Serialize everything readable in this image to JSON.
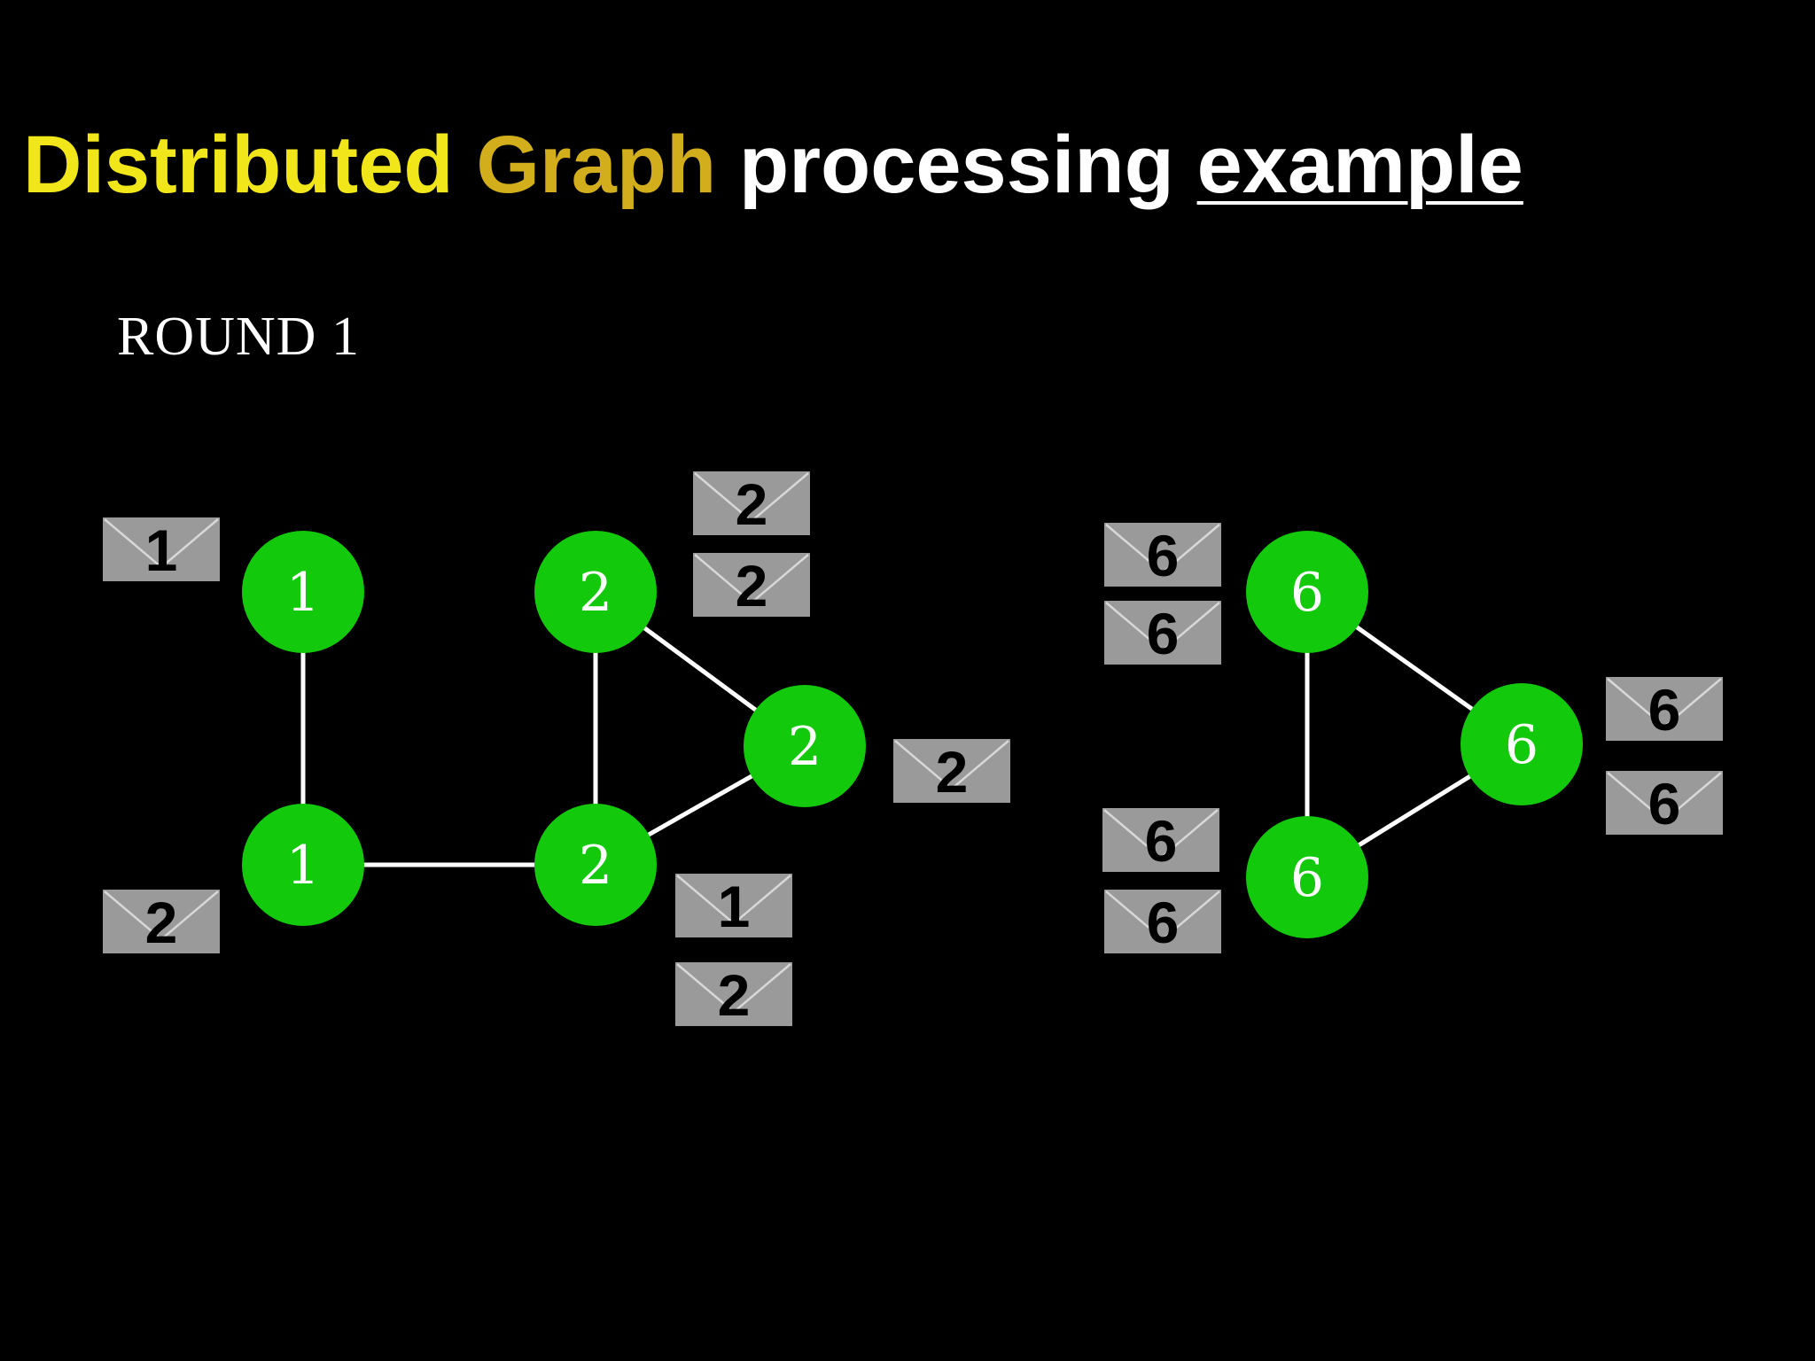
{
  "title": {
    "word1": "Distributed",
    "word2": "Graph",
    "word3": "processing",
    "word4": "example",
    "colors": {
      "distributed": "#f0e619",
      "graph": "#d2ae1c",
      "rest": "#ffffff"
    }
  },
  "round_label": "ROUND 1",
  "graph": {
    "node_color": "#13c90b",
    "edge_color": "#ffffff",
    "envelope_color": "#9a9a9a",
    "nodes": [
      {
        "id": "a",
        "label": "1"
      },
      {
        "id": "b",
        "label": "1"
      },
      {
        "id": "c",
        "label": "2"
      },
      {
        "id": "d",
        "label": "2"
      },
      {
        "id": "e",
        "label": "2"
      },
      {
        "id": "f",
        "label": "6"
      },
      {
        "id": "g",
        "label": "6"
      },
      {
        "id": "h",
        "label": "6"
      }
    ],
    "edges": [
      {
        "from": "a",
        "to": "b"
      },
      {
        "from": "b",
        "to": "d"
      },
      {
        "from": "c",
        "to": "d"
      },
      {
        "from": "c",
        "to": "e"
      },
      {
        "from": "d",
        "to": "e"
      },
      {
        "from": "f",
        "to": "h"
      },
      {
        "from": "f",
        "to": "g"
      },
      {
        "from": "g",
        "to": "h"
      }
    ],
    "messages": [
      {
        "id": "m1",
        "label": "1"
      },
      {
        "id": "m2",
        "label": "2"
      },
      {
        "id": "m3",
        "label": "2"
      },
      {
        "id": "m4",
        "label": "2"
      },
      {
        "id": "m5",
        "label": "2"
      },
      {
        "id": "m6",
        "label": "1"
      },
      {
        "id": "m7",
        "label": "2"
      },
      {
        "id": "m8",
        "label": "6"
      },
      {
        "id": "m9",
        "label": "6"
      },
      {
        "id": "m10",
        "label": "6"
      },
      {
        "id": "m11",
        "label": "6"
      },
      {
        "id": "m12",
        "label": "6"
      },
      {
        "id": "m13",
        "label": "6"
      }
    ]
  }
}
